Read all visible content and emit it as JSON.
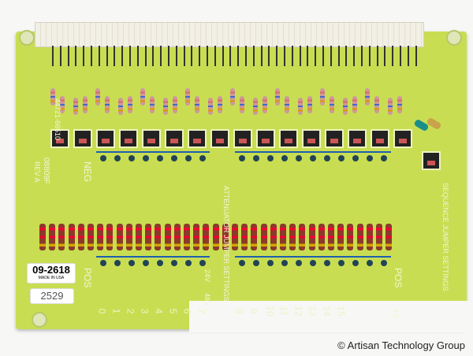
{
  "board": {
    "part_number": "44721-66510",
    "revision": "REV A",
    "date_code": "08809F",
    "attenuator_title": "ATTENUATOR JUMPER SETTINGS",
    "sequence_title": "SEQUENCE JUMPER SETTINGS",
    "left_label": "POS",
    "right_label": "POS",
    "neg_label": "NEG",
    "voltage_24": "24V",
    "voltage_48": "48V",
    "plus5": "+5",
    "channels_left": [
      "0",
      "1",
      "2",
      "3",
      "4",
      "5",
      "6",
      "7"
    ],
    "channels_right": [
      "8",
      "9",
      "10",
      "11",
      "12",
      "13",
      "14",
      "15"
    ]
  },
  "stickers": {
    "part_label": "09-2618",
    "made_in": "MADE IN USA",
    "serial": "2529"
  },
  "watermark": "© Artisan Technology Group",
  "counts": {
    "pins": 48,
    "small_resistors": 16,
    "jumpers": 16,
    "big_resistors": 37
  }
}
